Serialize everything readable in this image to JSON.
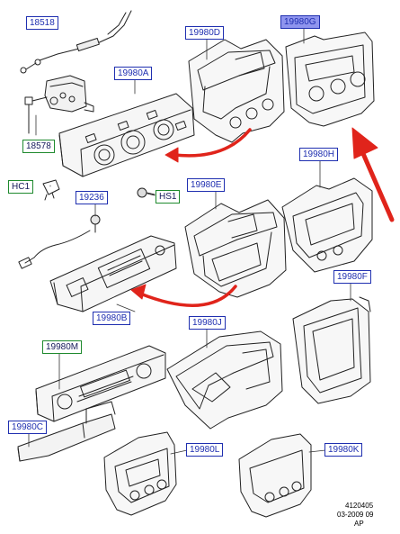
{
  "labels": {
    "p18518": "18518",
    "p19980A": "19980A",
    "p18578": "18578",
    "pHC1": "HC1",
    "pHS1": "HS1",
    "p19236": "19236",
    "p19980B": "19980B",
    "p19980M": "19980M",
    "p19980C": "19980C",
    "p19980D": "19980D",
    "p19980G": "19980G",
    "p19980H": "19980H",
    "p19980E": "19980E",
    "p19980F": "19980F",
    "p19980J": "19980J",
    "p19980L": "19980L",
    "p19980K": "19980K"
  },
  "footer": {
    "ref": "4120405",
    "date": "03-2009 09",
    "region": "AP"
  },
  "colors": {
    "callout_blue": "#1f2fb0",
    "callout_green": "#1f8a2e",
    "selected_fill": "#8f95ee",
    "arrow_red": "#e0241b",
    "line": "#222222"
  }
}
